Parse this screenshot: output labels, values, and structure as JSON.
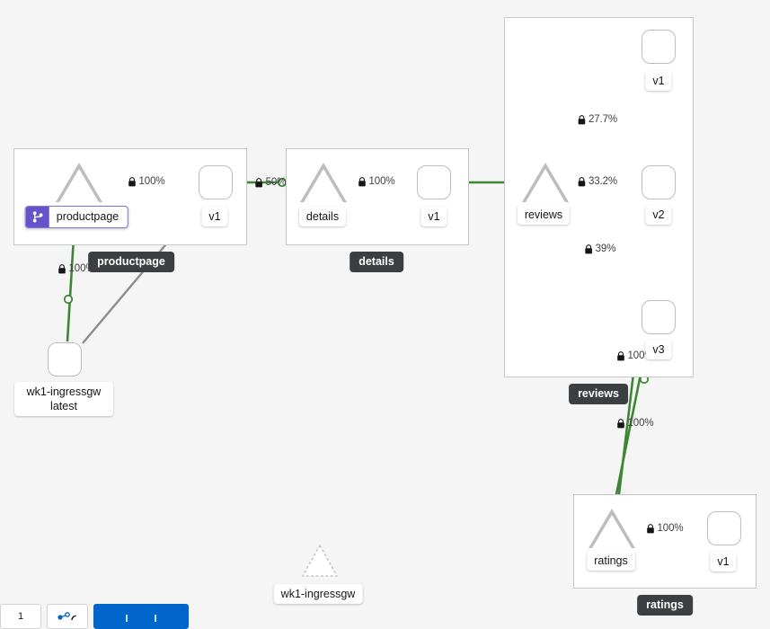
{
  "canvas": {
    "background": "#f5f5f5",
    "app": "service-mesh-traffic-graph"
  },
  "colors": {
    "healthy_edge": "#3e8635",
    "idle_edge": "#8a8d90",
    "node_border": "#bdbdbd",
    "group_border": "#c7c7c7",
    "tag_background": "#3c3f42",
    "badge_purple": "#6753c9",
    "primary_button": "#0066cc"
  },
  "groups": [
    {
      "id": "productpage",
      "tag": "productpage"
    },
    {
      "id": "details",
      "tag": "details"
    },
    {
      "id": "reviews",
      "tag": "reviews"
    },
    {
      "id": "ratings",
      "tag": "ratings"
    }
  ],
  "nodes": {
    "ingressgw": {
      "label": "wk1-ingressgw\nlatest",
      "type": "workload"
    },
    "ghost_ingressgw": {
      "label": "wk1-ingressgw",
      "type": "service-ghost"
    },
    "productpage_svc": {
      "label": "productpage",
      "type": "service",
      "selected": true,
      "badge": "workflow-icon"
    },
    "productpage_v1": {
      "label": "v1",
      "type": "workload"
    },
    "details_svc": {
      "label": "details",
      "type": "service"
    },
    "details_v1": {
      "label": "v1",
      "type": "workload"
    },
    "reviews_svc": {
      "label": "reviews",
      "type": "service"
    },
    "reviews_v1": {
      "label": "v1",
      "type": "workload"
    },
    "reviews_v2": {
      "label": "v2",
      "type": "workload"
    },
    "reviews_v3": {
      "label": "v3",
      "type": "workload"
    },
    "ratings_svc": {
      "label": "ratings",
      "type": "service"
    },
    "ratings_v1": {
      "label": "v1",
      "type": "workload"
    }
  },
  "edges": [
    {
      "id": "ingress-to-productpage",
      "label": "100%",
      "mtls": true,
      "status": "healthy"
    },
    {
      "id": "ingress-to-productpage-v1",
      "label": "",
      "mtls": false,
      "status": "idle"
    },
    {
      "id": "productpage-to-v1",
      "label": "100%",
      "mtls": true,
      "status": "healthy"
    },
    {
      "id": "productpage-v1-to-details",
      "label": "50%",
      "mtls": true,
      "status": "healthy"
    },
    {
      "id": "details-to-v1",
      "label": "100%",
      "mtls": true,
      "status": "healthy"
    },
    {
      "id": "details-v1-to-reviews",
      "label": "",
      "mtls": false,
      "status": "healthy"
    },
    {
      "id": "reviews-to-v1",
      "label": "27.7%",
      "mtls": true,
      "status": "healthy"
    },
    {
      "id": "reviews-to-v2",
      "label": "33.2%",
      "mtls": true,
      "status": "healthy"
    },
    {
      "id": "reviews-to-v3",
      "label": "39%",
      "mtls": true,
      "status": "healthy"
    },
    {
      "id": "reviews-v2-to-ratings",
      "label": "100%",
      "mtls": true,
      "status": "healthy"
    },
    {
      "id": "reviews-v3-to-ratings",
      "label": "100%",
      "mtls": true,
      "status": "healthy"
    },
    {
      "id": "ratings-to-v1",
      "label": "100%",
      "mtls": true,
      "status": "healthy"
    }
  ],
  "toolbar": {
    "zoom_label": "1",
    "fit_label": "",
    "primary_label": ""
  }
}
